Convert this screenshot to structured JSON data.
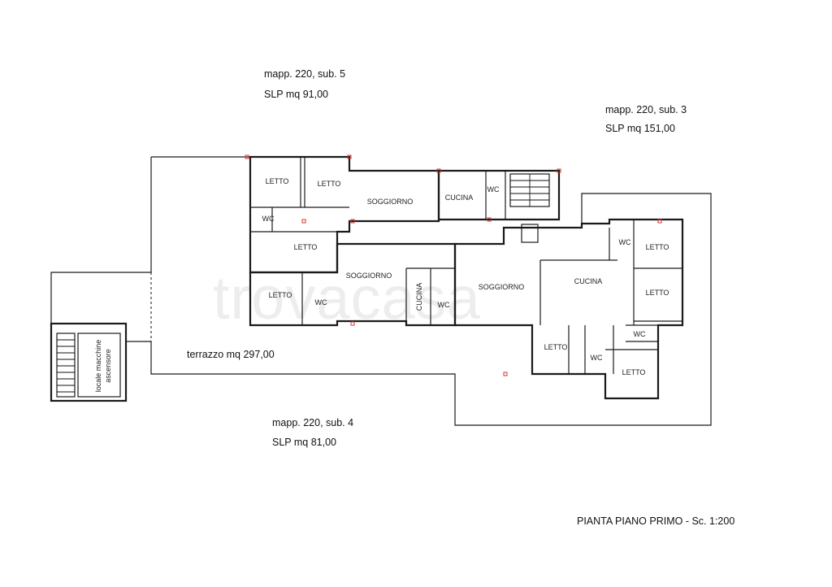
{
  "notes": {
    "sub5_line1": "mapp. 220, sub. 5",
    "sub5_line2": "SLP mq 91,00",
    "sub3_line1": "mapp. 220, sub. 3",
    "sub3_line2": "SLP mq 151,00",
    "sub4_line1": "mapp. 220, sub. 4",
    "sub4_line2": "SLP mq 81,00",
    "terrace": "terrazzo mq 297,00",
    "title": "PIANTA PIANO PRIMO - Sc. 1:200"
  },
  "rooms": {
    "letto_1": "LETTO",
    "letto_2": "LETTO",
    "soggiorno_1": "SOGGIORNO",
    "cucina_1": "CUCINA",
    "wc_1": "WC",
    "wc_2": "WC",
    "letto_3": "LETTO",
    "soggiorno_2": "SOGGIORNO",
    "letto_4": "LETTO",
    "wc_3": "WC",
    "cucina_2": "CUCINA",
    "wc_4": "WC",
    "soggiorno_3": "SOGGIORNO",
    "cucina_3": "CUCINA",
    "wc_5": "WC",
    "letto_5": "LETTO",
    "letto_6": "LETTO",
    "wc_6": "WC",
    "letto_7": "LETTO",
    "wc_7": "WC",
    "letto_8": "LETTO"
  },
  "stair_label_1": "locale macchine",
  "stair_label_2": "ascensore",
  "watermark": "trovacasa"
}
